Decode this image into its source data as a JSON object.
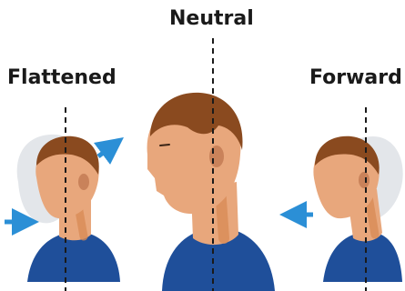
{
  "labels": {
    "neutral": "Neutral",
    "flattened": "Flattened",
    "forward": "Forward"
  },
  "colors": {
    "skin": "#e8a77c",
    "skin_shadow": "#c9825a",
    "hair": "#8a4a1f",
    "shirt": "#1f4f9a",
    "spine": "#d98a55",
    "arrow": "#2b8fd6",
    "ghost": "#d9dde2",
    "line": "#1a1a1a"
  },
  "icons": {
    "flattened_arrow_in": "arrow-right-icon",
    "flattened_arrow_up": "arrow-up-right-icon",
    "forward_arrow_out": "arrow-left-icon"
  }
}
